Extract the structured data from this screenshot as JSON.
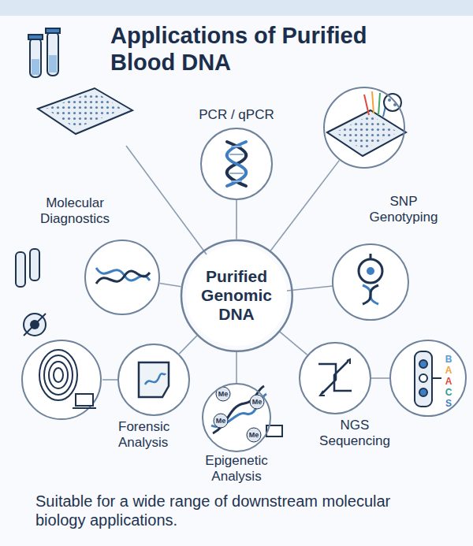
{
  "diagram": {
    "title": "Applications of Purified Blood DNA",
    "caption": "Suitable for a wide range of downstream molecular biology applications.",
    "nodes": [
      {
        "text": [
          "Purified Genomic DNA"
        ]
      },
      {
        "text": [
          "PCR / qPCR"
        ]
      },
      {
        "text": [
          "Molecular Diagnostics"
        ]
      },
      {
        "text": [
          "SNP Genotyping"
        ]
      },
      {
        "text": [
          "Forensic Analysis"
        ]
      },
      {
        "text": [
          "Epigenetic Analysis"
        ]
      },
      {
        "text": [
          "NGS Sequencing"
        ]
      }
    ],
    "edges": [
      {
        "from": 0,
        "to": 1,
        "arrow": "none"
      },
      {
        "from": 0,
        "to": 2,
        "arrow": "none"
      },
      {
        "from": 0,
        "to": 3,
        "arrow": "none"
      },
      {
        "from": 0,
        "to": 4,
        "arrow": "none"
      },
      {
        "from": 0,
        "to": 5,
        "arrow": "none"
      },
      {
        "from": 0,
        "to": 6,
        "arrow": "none"
      }
    ],
    "labels": [
      "Me",
      "Me",
      "Me",
      "Me",
      "B",
      "A",
      "A",
      "C",
      "S"
    ]
  }
}
